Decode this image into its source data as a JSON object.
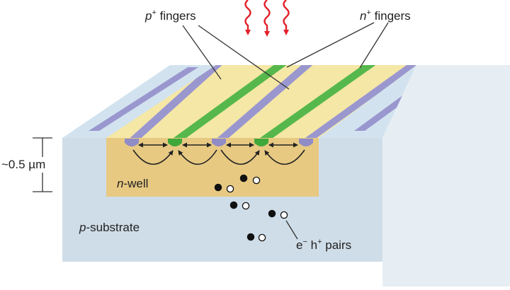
{
  "labels": {
    "p_fingers": {
      "prefix": "p",
      "sup": "+",
      "rest": " fingers"
    },
    "n_fingers": {
      "prefix": "n",
      "sup": "+",
      "rest": " fingers"
    },
    "depth": "~0.5 µm",
    "n_well": {
      "italic": "n",
      "rest": "-well"
    },
    "p_substrate": {
      "italic": "p",
      "rest": "-substrate"
    },
    "pairs": {
      "e": "e",
      "e_sup": "−",
      "h": " h",
      "h_sup": "+",
      "rest": " pairs"
    }
  },
  "colors": {
    "top_surface": "#f5e7a6",
    "top_outer": "#d2e3ef",
    "front_face": "#cfdde8",
    "side_face": "#e6eef4",
    "n_well": "#e7c982",
    "p_finger": "#9a97cf",
    "n_finger": "#56b84c",
    "light_arrow": "#e3202a",
    "field_line": "#222222",
    "electron": "#111111",
    "hole_fill": "#ffffff"
  },
  "icons": {
    "incident_light": "wavy-arrow-icon",
    "electron": "filled-circle-icon",
    "hole": "open-circle-icon"
  }
}
